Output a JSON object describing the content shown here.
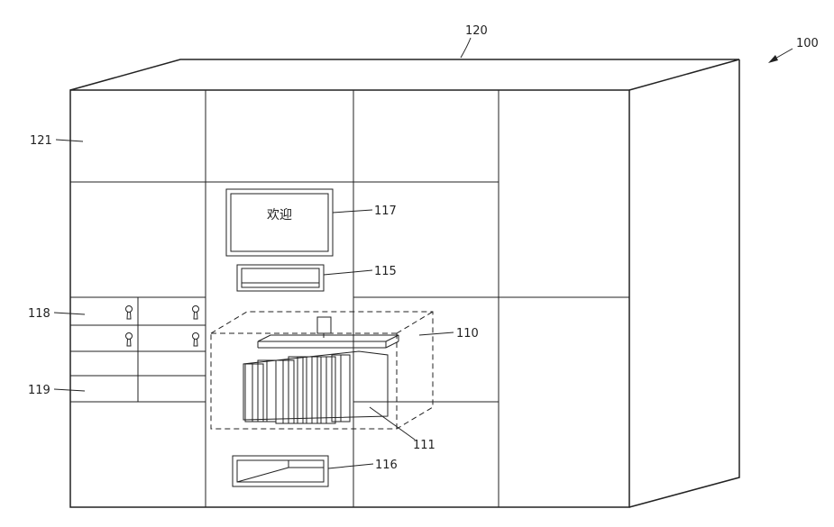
{
  "screen_text": "欢迎",
  "labels": {
    "cabinet": "120",
    "device": "100",
    "compartment": "121",
    "screen": "117",
    "card_slot": "115",
    "locks": "118",
    "drawer": "119",
    "storage_unit": "110",
    "tray": "111",
    "outlet": "116"
  }
}
